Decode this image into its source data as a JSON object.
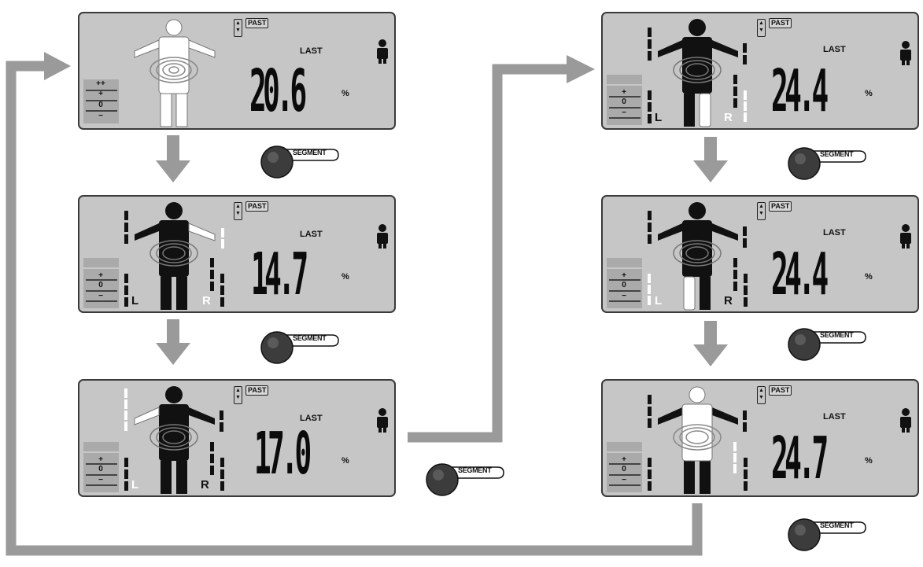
{
  "panels": [
    {
      "id": "p1",
      "reading": "20.6",
      "left_label": "",
      "right_label": "",
      "highlight": "body"
    },
    {
      "id": "p2",
      "reading": "14.7",
      "left_label": "L",
      "right_label": "R",
      "highlight": "right-arm"
    },
    {
      "id": "p3",
      "reading": "17.0",
      "left_label": "L",
      "right_label": "R",
      "highlight": "left-arm"
    },
    {
      "id": "p4",
      "reading": "24.4",
      "left_label": "L",
      "right_label": "R",
      "highlight": "right-leg"
    },
    {
      "id": "p5",
      "reading": "24.4",
      "left_label": "L",
      "right_label": "R",
      "highlight": "left-leg"
    },
    {
      "id": "p6",
      "reading": "24.7",
      "left_label": "",
      "right_label": "",
      "highlight": "trunk"
    }
  ],
  "labels": {
    "past": "PAST",
    "last": "LAST",
    "percent": "%",
    "segment_button": "SEGMENT",
    "level_plusplus": "++",
    "level_plus": "+",
    "level_zero": "0",
    "level_minus": "−"
  },
  "colors": {
    "lcd_bg": "#c6c6c6",
    "arrow_gray": "#9a9a9a",
    "button_dark": "#3c3c3c"
  }
}
